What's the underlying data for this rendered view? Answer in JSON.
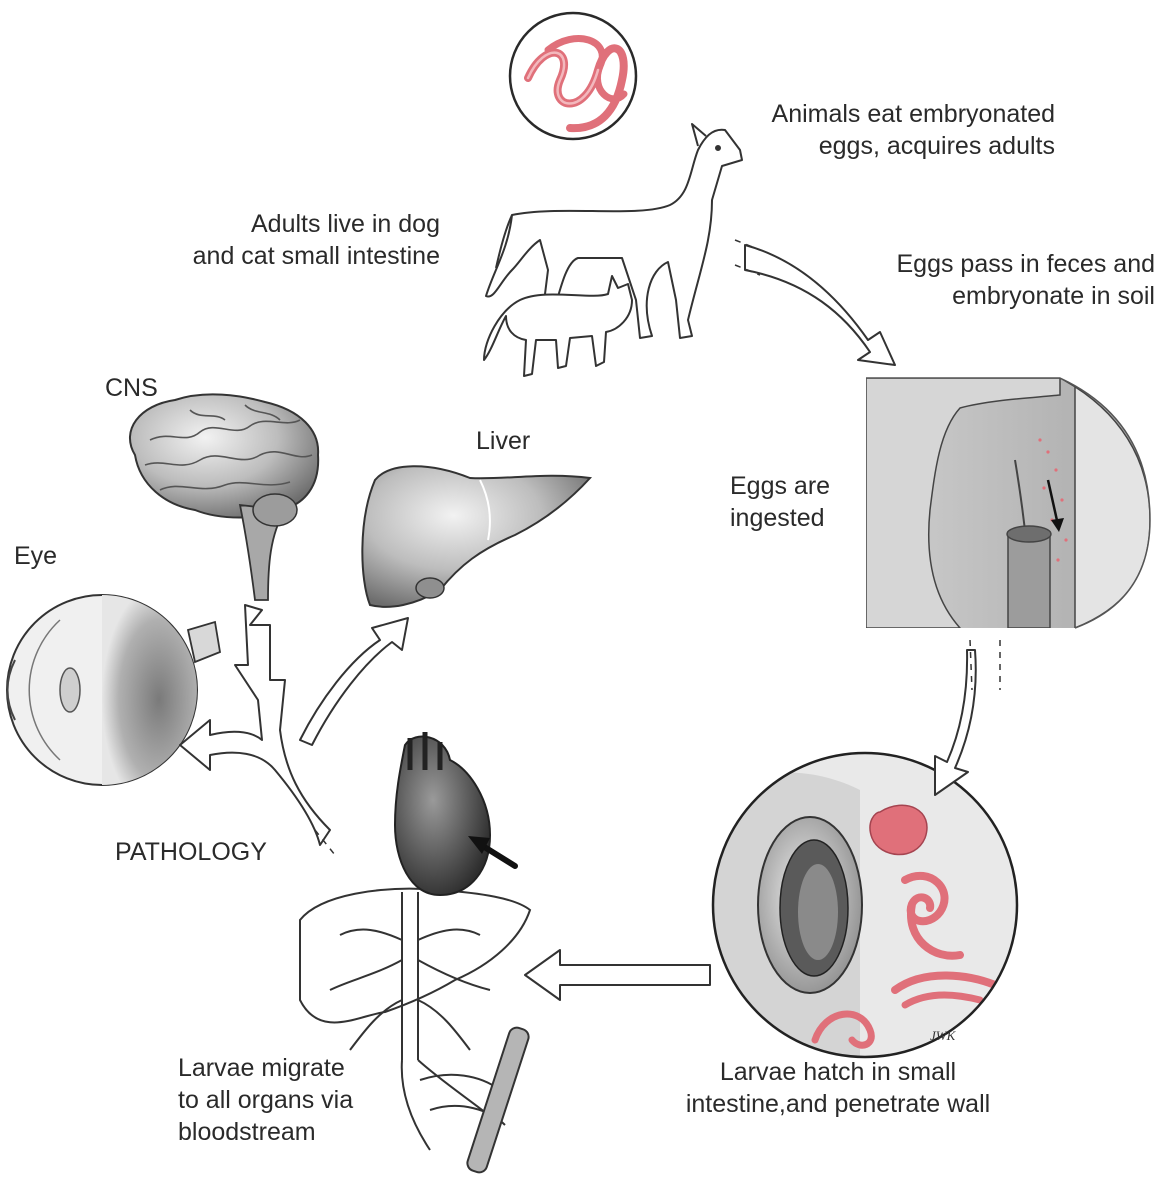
{
  "labels": {
    "animals_eat": [
      "Animals eat embryonated",
      "eggs, acquires adults"
    ],
    "adults_live": [
      "Adults live in dog",
      "and cat small intestine"
    ],
    "eggs_pass": [
      "Eggs pass in feces and",
      "embryonate in soil"
    ],
    "eggs_ingested": [
      "Eggs are",
      "ingested"
    ],
    "cns": "CNS",
    "liver": "Liver",
    "eye": "Eye",
    "pathology": "PATHOLOGY",
    "larvae_hatch": [
      "Larvae hatch in small",
      "intestine,and penetrate wall"
    ],
    "larvae_migrate": [
      "Larvae migrate",
      "to all organs via",
      "bloodstream"
    ],
    "artist_signature": "JWK"
  },
  "colors": {
    "worm": "#e0707a",
    "worm_light": "#f3b8bd",
    "organ_fill": "#c9c9c9",
    "organ_dark": "#8a8a8a",
    "outline": "#3a3a3a",
    "arrow_fill": "#ffffff"
  },
  "icons": [
    "worm-icon",
    "dog-icon",
    "cat-icon",
    "head-throat-icon",
    "intestine-icon",
    "heart-icon",
    "liver-icon",
    "brain-icon",
    "eye-icon",
    "arrow-icon"
  ]
}
